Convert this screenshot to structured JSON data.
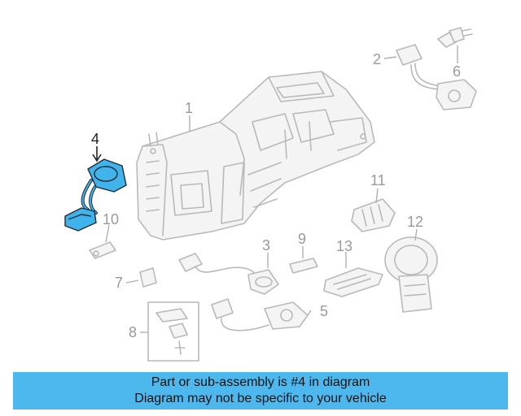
{
  "diagram": {
    "highlight_color": "#3fb3ea",
    "callouts": [
      {
        "id": "1",
        "label": "1"
      },
      {
        "id": "2",
        "label": "2"
      },
      {
        "id": "3",
        "label": "3"
      },
      {
        "id": "4",
        "label": "4"
      },
      {
        "id": "5",
        "label": "5"
      },
      {
        "id": "6",
        "label": "6"
      },
      {
        "id": "7",
        "label": "7"
      },
      {
        "id": "8",
        "label": "8"
      },
      {
        "id": "9",
        "label": "9"
      },
      {
        "id": "10",
        "label": "10"
      },
      {
        "id": "11",
        "label": "11"
      },
      {
        "id": "12",
        "label": "12"
      },
      {
        "id": "13",
        "label": "13"
      }
    ],
    "highlighted_part": "4"
  },
  "banner": {
    "line1": "Part or sub-assembly is #4 in diagram",
    "line2": "Diagram may not be specific to your vehicle",
    "background": "#4db8ee"
  }
}
